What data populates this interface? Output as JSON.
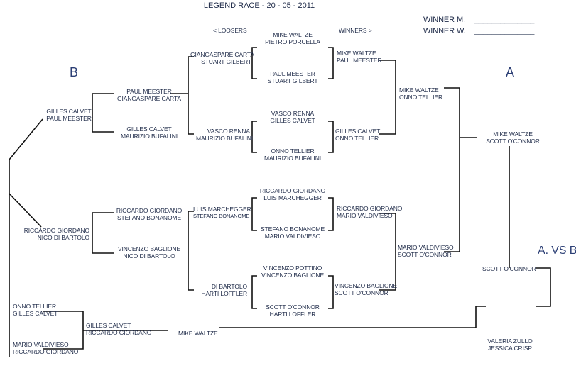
{
  "title": "LEGEND RACE - 20 - 05 - 2011",
  "headers": {
    "losers": "< LOOSERS",
    "winners": "WINNERS >"
  },
  "winner_fields": {
    "men": "WINNER M.",
    "women": "WINNER W.",
    "blank": "______________"
  },
  "side_labels": {
    "b": "B",
    "a": "A",
    "final": "A. VS B."
  },
  "winners_bracket": {
    "round1": [
      [
        "MIKE WALTZE",
        "PIETRO PORCELLA"
      ],
      [
        "PAUL MEESTER",
        "STUART GILBERT"
      ],
      [
        "VASCO RENNA",
        "GILLES CALVET"
      ],
      [
        "ONNO TELLIER",
        "MAURIZIO BUFALINI"
      ],
      [
        "RICCARDO GIORDANO",
        "LUIS MARCHEGGER"
      ],
      [
        "STEFANO BONANOME",
        "MARIO VALDIVIESO"
      ],
      [
        "VINCENZO POTTINO",
        "VINCENZO BAGLIONE"
      ],
      [
        "SCOTT O'CONNOR",
        "HARTI LOFFLER"
      ]
    ],
    "round2": [
      [
        "MIKE WALTZE",
        "PAUL  MEESTER"
      ],
      [
        "GILLES CALVET",
        "ONNO TELLIER"
      ],
      [
        "RICCARDO GIORDANO",
        "MARIO VALDIVIESO"
      ],
      [
        "VINCENZO BAGLIONE",
        "SCOTT O'CONNOR"
      ]
    ],
    "round3": [
      [
        "MIKE WALTZE",
        "ONNO TELLIER"
      ],
      [
        "MARIO VALDIVIESO",
        "SCOTT O'CONNOR"
      ]
    ],
    "final": [
      "MIKE WALTZE",
      "SCOTT O'CONNOR"
    ],
    "champion": "SCOTT O'CONNOR"
  },
  "losers_bracket": {
    "round1": [
      [
        "GIANGASPARE CARTA",
        "STUART GILBERT"
      ],
      [
        "VASCO RENNA",
        "MAURIZIO BUFALINI"
      ],
      [
        "LUIS MARCHEGGER",
        "STEFANO BONANOME"
      ],
      [
        "DI BARTOLO",
        "HARTI LOFFLER"
      ]
    ],
    "round2": [
      [
        "PAUL MEESTER",
        "GIANGASPARE CARTA"
      ],
      [
        "GILLES CALVET",
        "MAURIZIO BUFALINI"
      ],
      [
        "RICCARDO GIORDANO",
        "STEFANO BONANOME"
      ],
      [
        "VINCENZO BAGLIONE",
        "NICO DI BARTOLO"
      ]
    ],
    "round3": [
      [
        "GILLES CALVET",
        "PAUL MEESTER"
      ],
      [
        "RICCARDO GIORDANO",
        "NICO DI BARTOLO"
      ]
    ],
    "lower": [
      [
        "ONNO TELLIER",
        "GILLES CALVET"
      ],
      [
        "MARIO VALDIVIESO",
        "RICCARDO GIORDANO"
      ],
      [
        "GILLES CALVET",
        "RICCARDO GIORDANO"
      ]
    ],
    "lower_final": "MIKE WALTZE"
  },
  "women_final": [
    "VALERIA ZULLO",
    "JESSICA CRISP"
  ]
}
